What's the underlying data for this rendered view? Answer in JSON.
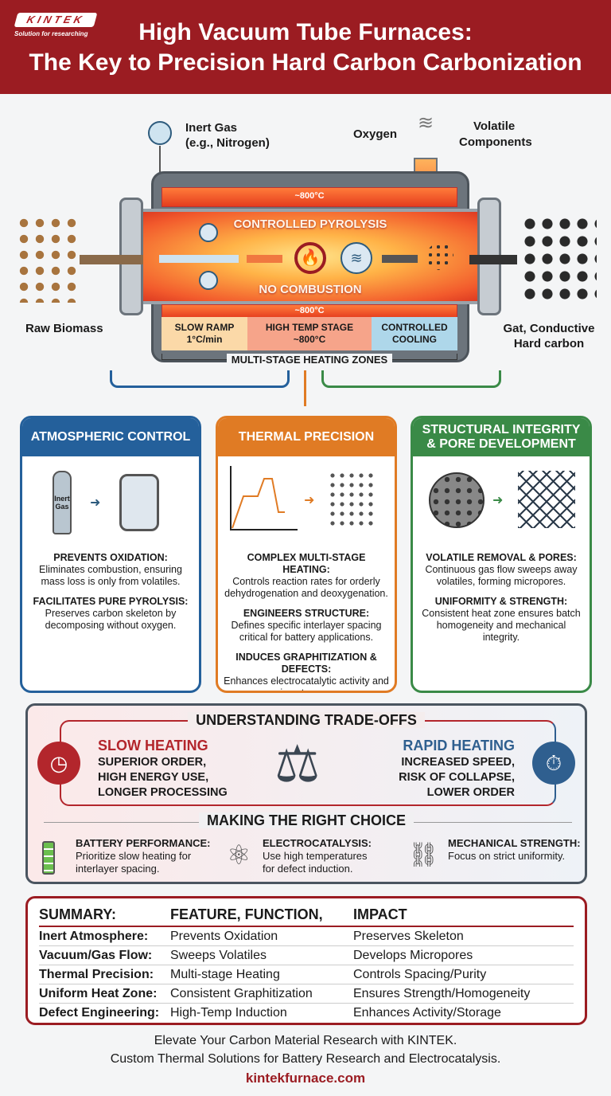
{
  "brand": {
    "logo": "KINTEK",
    "tagline": "Solution for researching",
    "color": "#9b1c22"
  },
  "header": {
    "title_line1": "High Vacuum Tube Furnaces:",
    "title_line2": "The Key to Precision Hard Carbon Carbonization"
  },
  "diagram": {
    "inert_gas": "Inert Gas",
    "inert_gas_example": "(e.g., Nitrogen)",
    "oxygen": "Oxygen",
    "volatile": "Volatile",
    "components": "Components",
    "temp_top": "~800°C",
    "temp_bottom": "~800°C",
    "pyrolysis": "CONTROLLED PYROLYSIS",
    "no_combustion": "NO COMBUSTION",
    "raw": "Raw Biomass",
    "product_line1": "Gat, Conductive",
    "product_line2": "Hard carbon",
    "zones": [
      {
        "l1": "SLOW RAMP",
        "l2": "1°C/min"
      },
      {
        "l1": "HIGH TEMP STAGE",
        "l2": "~800°C"
      },
      {
        "l1": "CONTROLLED",
        "l2": "COOLING"
      }
    ],
    "zones_label": "MULTI-STAGE HEATING ZONES"
  },
  "cards": [
    {
      "title": "ATMOSPHERIC CONTROL",
      "color": "#24609b",
      "tank_label1": "Inert",
      "tank_label2": "Gas",
      "items": [
        {
          "h": "PREVENTS OXIDATION:",
          "t": "Eliminates combustion, ensuring mass loss is only from volatiles."
        },
        {
          "h": "FACILITATES PURE PYROLYSIS:",
          "t": "Preserves carbon skeleton by decomposing without oxygen."
        }
      ]
    },
    {
      "title": "THERMAL PRECISION",
      "color": "#e07b24",
      "items": [
        {
          "h": "COMPLEX MULTI-STAGE HEATING:",
          "t": "Controls reaction rates for orderly dehydrogenation and deoxygenation."
        },
        {
          "h": "ENGINEERS STRUCTURE:",
          "t": "Defines specific interlayer spacing critical for battery applications."
        },
        {
          "h": "INDUCES GRAPHITIZATION & DEFECTS:",
          "t": "Enhances electrocatalytic activity and ion storage."
        }
      ]
    },
    {
      "title": "STRUCTURAL INTEGRITY & PORE DEVELOPMENT",
      "color": "#3a8a47",
      "items": [
        {
          "h": "VOLATILE REMOVAL & PORES:",
          "t": "Continuous gas flow sweeps away volatiles, forming micropores."
        },
        {
          "h": "UNIFORMITY & STRENGTH:",
          "t": "Consistent heat zone ensures batch homogeneity and mechanical integrity."
        }
      ]
    }
  ],
  "tradeoffs": {
    "title": "UNDERSTANDING TRADE-OFFS",
    "slow": {
      "title": "SLOW HEATING",
      "l1": "SUPERIOR ORDER,",
      "l2": "HIGH ENERGY USE,",
      "l3": "LONGER PROCESSING",
      "color": "#b3262c"
    },
    "rapid": {
      "title": "RAPID HEATING",
      "l1": "INCREASED SPEED,",
      "l2": "RISK OF COLLAPSE,",
      "l3": "LOWER ORDER",
      "color": "#2f5f8f"
    },
    "choice_title": "MAKING THE RIGHT CHOICE",
    "choices": [
      {
        "h": "BATTERY PERFORMANCE:",
        "t1": "Prioritize slow heating for",
        "t2": "interlayer spacing."
      },
      {
        "h": "ELECTROCATALYSIS:",
        "t1": "Use high temperatures",
        "t2": "for defect induction."
      },
      {
        "h": "MECHANICAL STRENGTH:",
        "t1": "Focus on strict uniformity.",
        "t2": ""
      }
    ]
  },
  "summary": {
    "headers": [
      "SUMMARY:",
      "FEATURE, FUNCTION,",
      "IMPACT"
    ],
    "rows": [
      [
        "Inert Atmosphere:",
        "Prevents Oxidation",
        "Preserves Skeleton"
      ],
      [
        "Vacuum/Gas Flow:",
        "Sweeps Volatiles",
        "Develops Micropores"
      ],
      [
        "Thermal Precision:",
        "Multi-stage Heating",
        "Controls Spacing/Purity"
      ],
      [
        "Uniform Heat Zone:",
        "Consistent Graphitization",
        "Ensures Strength/Homogeneity"
      ],
      [
        "Defect Engineering:",
        "High-Temp Induction",
        "Enhances Activity/Storage"
      ]
    ]
  },
  "footer": {
    "line1": "Elevate Your Carbon Material Research with KINTEK.",
    "line2": "Custom Thermal Solutions for Battery Research and Electrocatalysis.",
    "url": "kintekfurnace.com"
  }
}
